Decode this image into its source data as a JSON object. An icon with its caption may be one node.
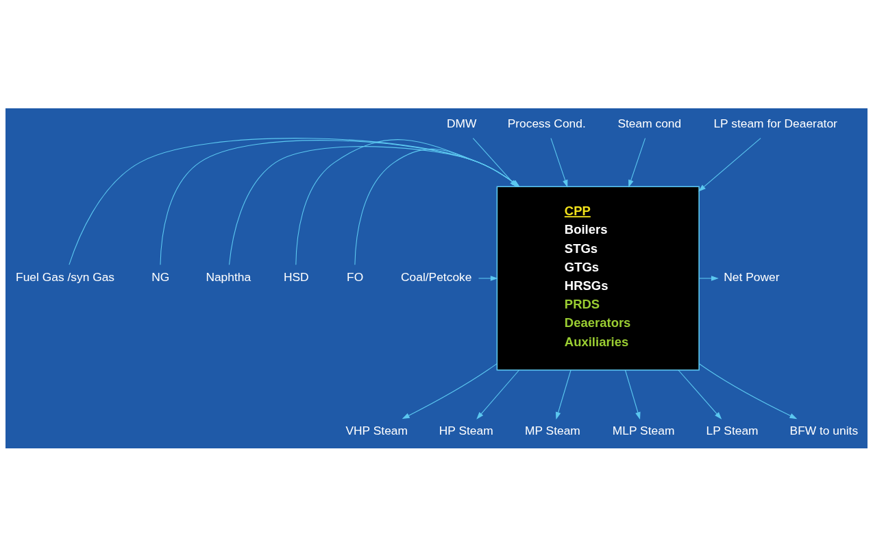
{
  "diagram": {
    "nodes": [
      {
        "text": [
          "CPP",
          "Boilers",
          "STGs",
          "GTGs",
          "HRSGs",
          "PRDS",
          "Deaerators",
          "Auxiliaries"
        ]
      },
      {
        "text": [
          "DMW"
        ]
      },
      {
        "text": [
          "Process Cond."
        ]
      },
      {
        "text": [
          "Steam cond"
        ]
      },
      {
        "text": [
          "LP steam for Deaerator"
        ]
      },
      {
        "text": [
          "Fuel Gas /syn Gas"
        ]
      },
      {
        "text": [
          "NG"
        ]
      },
      {
        "text": [
          "Naphtha"
        ]
      },
      {
        "text": [
          "HSD"
        ]
      },
      {
        "text": [
          "FO"
        ]
      },
      {
        "text": [
          "Coal/Petcoke"
        ]
      },
      {
        "text": [
          "Net Power"
        ]
      },
      {
        "text": [
          "VHP Steam"
        ]
      },
      {
        "text": [
          "HP Steam"
        ]
      },
      {
        "text": [
          "MP Steam"
        ]
      },
      {
        "text": [
          "MLP Steam"
        ]
      },
      {
        "text": [
          "LP Steam"
        ]
      },
      {
        "text": [
          "BFW to units"
        ]
      }
    ],
    "edges": [
      {
        "from": 1,
        "to": 0,
        "arrow": "to"
      },
      {
        "from": 2,
        "to": 0,
        "arrow": "to"
      },
      {
        "from": 3,
        "to": 0,
        "arrow": "to"
      },
      {
        "from": 4,
        "to": 0,
        "arrow": "to"
      },
      {
        "from": 5,
        "to": 0,
        "arrow": "to"
      },
      {
        "from": 6,
        "to": 0,
        "arrow": "to"
      },
      {
        "from": 7,
        "to": 0,
        "arrow": "to"
      },
      {
        "from": 8,
        "to": 0,
        "arrow": "to"
      },
      {
        "from": 9,
        "to": 0,
        "arrow": "to"
      },
      {
        "from": 10,
        "to": 0,
        "arrow": "to"
      },
      {
        "from": 0,
        "to": 11,
        "arrow": "to"
      },
      {
        "from": 0,
        "to": 12,
        "arrow": "to"
      },
      {
        "from": 0,
        "to": 13,
        "arrow": "to"
      },
      {
        "from": 0,
        "to": 14,
        "arrow": "to"
      },
      {
        "from": 0,
        "to": 15,
        "arrow": "to"
      },
      {
        "from": 0,
        "to": 16,
        "arrow": "to"
      },
      {
        "from": 0,
        "to": 17,
        "arrow": "to"
      }
    ]
  }
}
